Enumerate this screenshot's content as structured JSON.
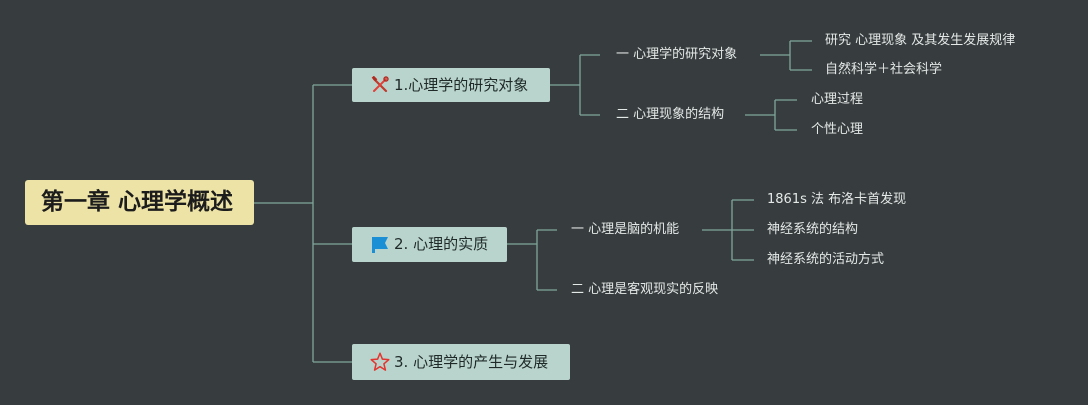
{
  "root": {
    "label": "第一章 心理学概述"
  },
  "branches": [
    {
      "label": "1.心理学的研究对象",
      "icon": "tools-icon",
      "children": [
        {
          "label": "一 心理学的研究对象",
          "children": [
            "研究 心理现象 及其发生发展规律",
            "自然科学＋社会科学"
          ]
        },
        {
          "label": "二 心理现象的结构",
          "children": [
            "心理过程",
            "个性心理"
          ]
        }
      ]
    },
    {
      "label": "2. 心理的实质",
      "icon": "flag-icon",
      "children": [
        {
          "label": "一 心理是脑的机能",
          "children": [
            "1861s 法 布洛卡首发现",
            "神经系统的结构",
            "神经系统的活动方式"
          ]
        },
        {
          "label": "二 心理是客观现实的反映",
          "children": []
        }
      ]
    },
    {
      "label": "3. 心理学的产生与发展",
      "icon": "star-icon",
      "children": []
    }
  ],
  "colors": {
    "background": "#373c3e",
    "root_fill": "#ede3a6",
    "branch_fill": "#b9d4cc",
    "connector": "#7fa59c",
    "leaf_text": "#e4e8e7"
  }
}
